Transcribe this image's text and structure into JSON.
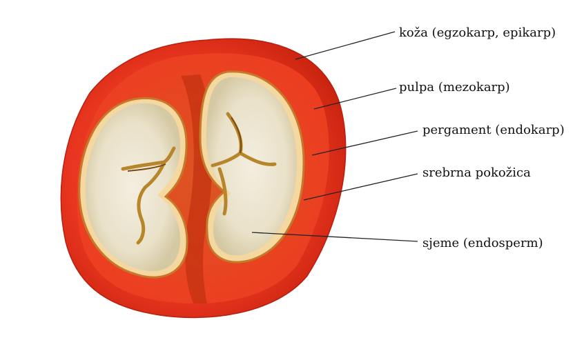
{
  "labels": {
    "skin": "koža (egzokarp, epikarp)",
    "pulp": "pulpa (mezokarp)",
    "parchment": "pergament (endokarp)",
    "silverskin": "srebrna pokožica",
    "seed": "sjeme (endosperm)"
  },
  "colors": {
    "skin": "#e8351f",
    "skin_dark": "#b81f10",
    "pulp": "#f04a2c",
    "seed": "#ece6d2",
    "seed_shadow": "#d8cfae",
    "center": "#c79a2a",
    "line": "#222222"
  }
}
